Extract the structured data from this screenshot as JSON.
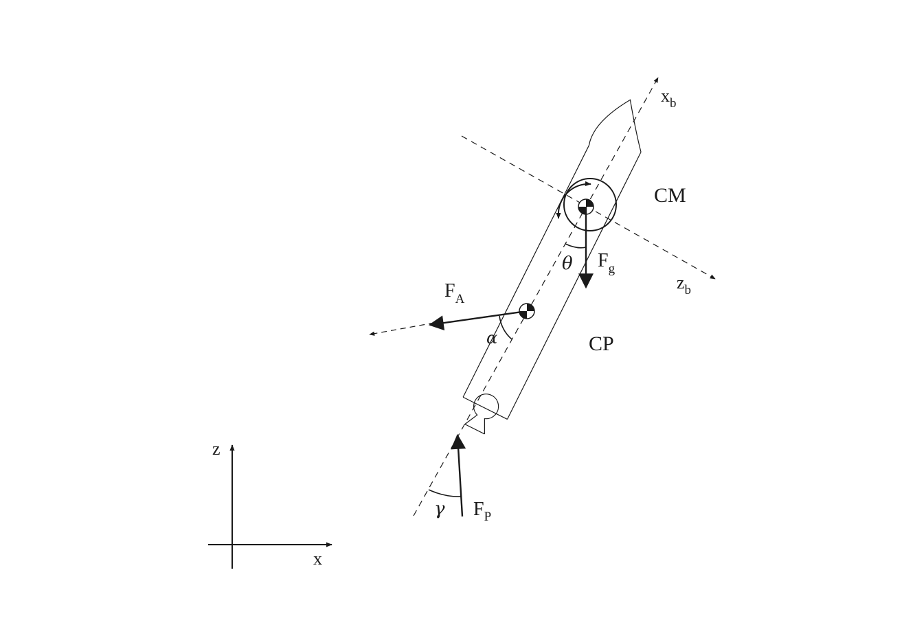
{
  "labels": {
    "xb": {
      "main": "x",
      "sub": "b"
    },
    "zb": {
      "main": "z",
      "sub": "b"
    },
    "cm": "CM",
    "cp": "CP",
    "fg": {
      "main": "F",
      "sub": "g"
    },
    "fa": {
      "main": "F",
      "sub": "A"
    },
    "fp": {
      "main": "F",
      "sub": "P"
    },
    "theta": "θ",
    "alpha": "α",
    "gamma": "γ",
    "z_axis": "z",
    "x_axis": "x"
  },
  "colors": {
    "ink": "#1a1a1a",
    "background": "#ffffff"
  }
}
